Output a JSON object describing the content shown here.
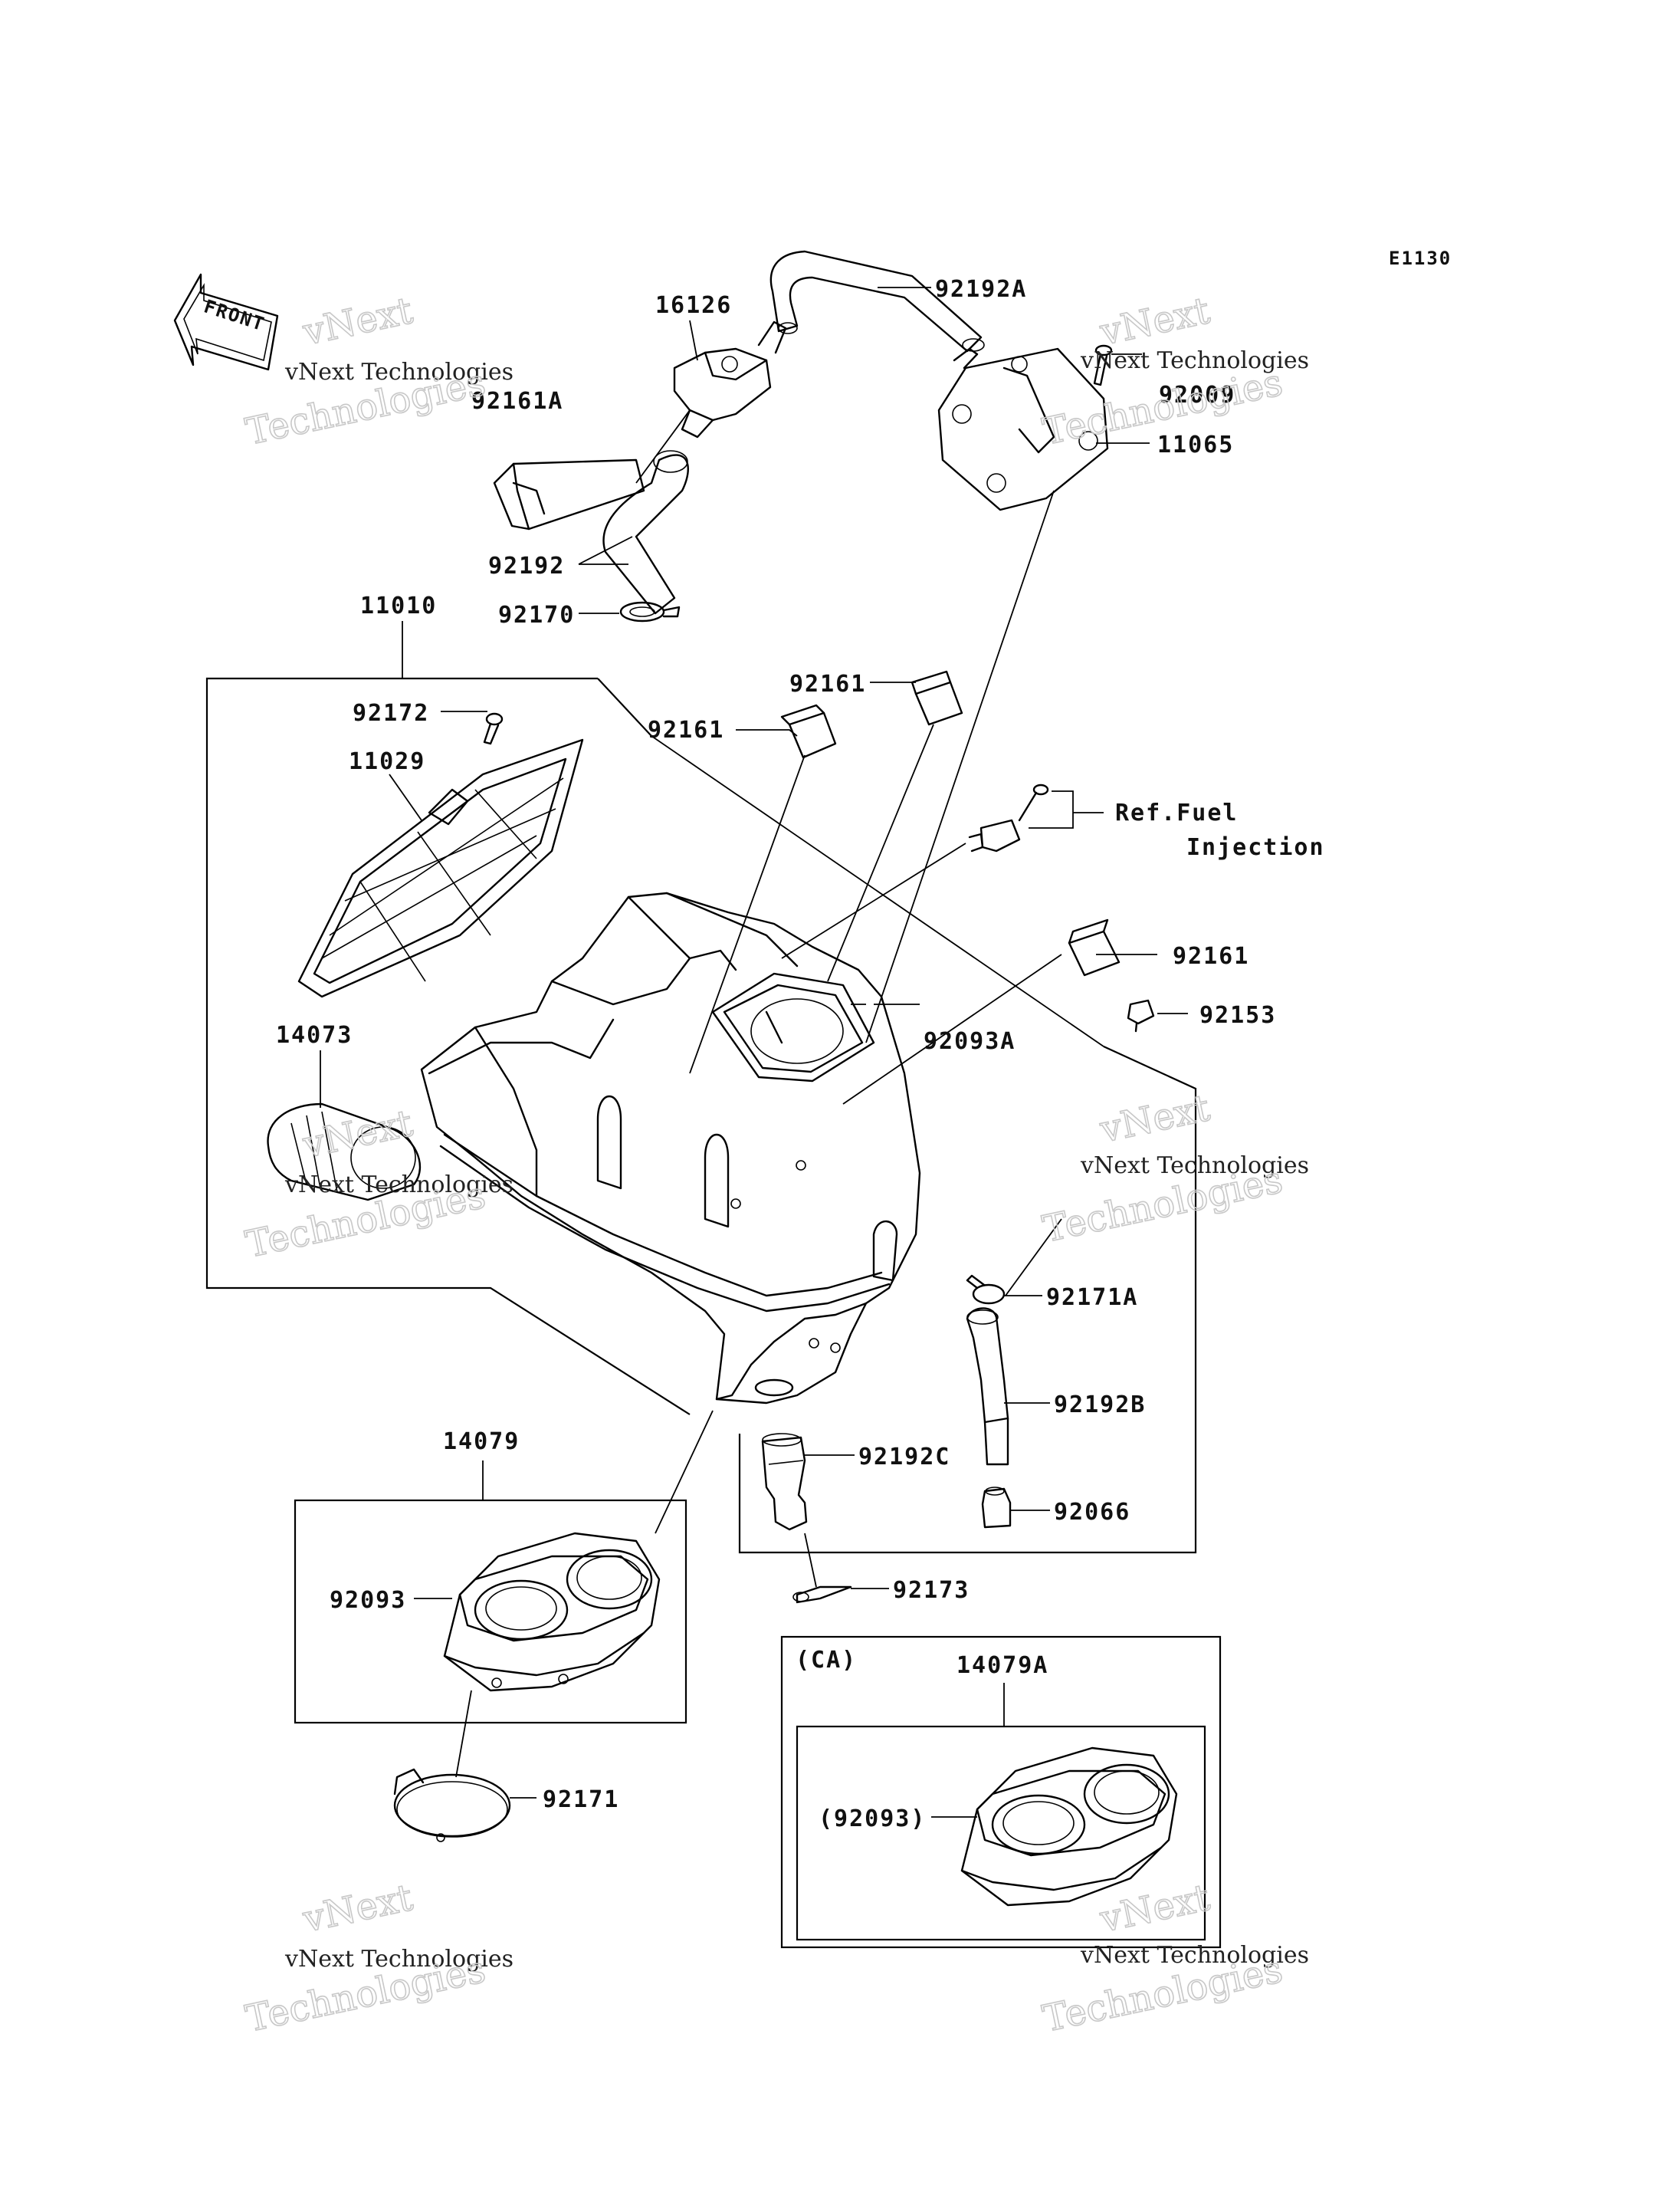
{
  "diagram_code": "E1130",
  "front_arrow_label": "FRONT",
  "watermark": {
    "brand": "vNext Technologies",
    "line1": "vNext",
    "line2": "Technologies"
  },
  "ref_note": {
    "line1": "Ref.Fuel",
    "line2": "Injection"
  },
  "group_labels": {
    "california": "(CA)"
  },
  "parts": [
    "92192A",
    "16126",
    "92161A",
    "92009",
    "11065",
    "92192",
    "92170",
    "11010",
    "92172",
    "11029",
    "92161",
    "92161",
    "92161",
    "92153",
    "14073",
    "92093A",
    "92171A",
    "92192B",
    "92192C",
    "92066",
    "92173",
    "14079",
    "92093",
    "92171",
    "14079A",
    "(92093)"
  ]
}
